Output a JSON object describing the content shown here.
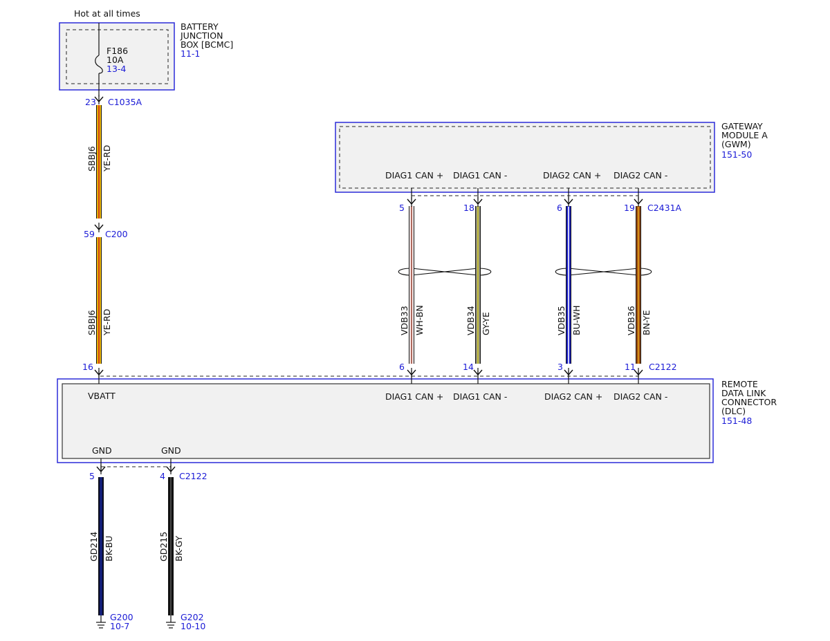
{
  "header_note": "Hot at all times",
  "colors": {
    "link_blue": "#1a1ad6",
    "box_outline": "#2b2bd9",
    "box_fill": "#f1f1f1",
    "YE-RD": [
      "#e9b200",
      "#cf2a1e"
    ],
    "WH-BN": [
      "#f6eaea",
      "#9c4a3a"
    ],
    "GY-YE": [
      "#8f8f7a",
      "#d6cc2a"
    ],
    "BU-WH": [
      "#1b1fc4",
      "#ffffff"
    ],
    "BN-YE": [
      "#9a4a14",
      "#e3a21a"
    ],
    "BK-BU": [
      "#0c1240",
      "#1a2aa8"
    ],
    "BK-GY": [
      "#111111",
      "#555555"
    ]
  },
  "battery_junction_box": {
    "title_lines": [
      "BATTERY",
      "JUNCTION",
      "BOX [BCMC]"
    ],
    "ref": "11-1",
    "fuse_name": "F186",
    "fuse_rating": "10A",
    "fuse_ref": "13-4"
  },
  "gateway_module": {
    "title_lines": [
      "GATEWAY",
      "MODULE A",
      "(GWM)"
    ],
    "ref": "151-50",
    "pins": [
      "DIAG1 CAN +",
      "DIAG1 CAN -",
      "DIAG2 CAN +",
      "DIAG2 CAN -"
    ]
  },
  "dlc": {
    "title_lines": [
      "REMOTE",
      "DATA LINK",
      "CONNECTOR",
      "(DLC)"
    ],
    "ref": "151-48",
    "vbatt_label": "VBATT",
    "pins": [
      "DIAG1 CAN +",
      "DIAG1 CAN -",
      "DIAG2 CAN +",
      "DIAG2 CAN -"
    ],
    "gnd_labels": [
      "GND",
      "GND"
    ]
  },
  "connectors": {
    "bjb_out": {
      "pin": "23",
      "name": "C1035A"
    },
    "inline": {
      "pin": "59",
      "name": "C200"
    },
    "dlc_vbatt_pin": "16",
    "gwm": {
      "pins": [
        "5",
        "18",
        "6",
        "19"
      ],
      "name": "C2431A"
    },
    "dlc_can": {
      "pins": [
        "6",
        "14",
        "3",
        "11"
      ],
      "name": "C2122"
    },
    "dlc_gnd": {
      "pins": [
        "5",
        "4"
      ],
      "name": "C2122"
    }
  },
  "wires": {
    "power_upper": {
      "circuit": "SBBJ6",
      "color": "YE-RD"
    },
    "power_lower": {
      "circuit": "SBBJ6",
      "color": "YE-RD"
    },
    "can": [
      {
        "circuit": "VDB33",
        "color": "WH-BN"
      },
      {
        "circuit": "VDB34",
        "color": "GY-YE"
      },
      {
        "circuit": "VDB35",
        "color": "BU-WH"
      },
      {
        "circuit": "VDB36",
        "color": "BN-YE"
      }
    ],
    "ground": [
      {
        "circuit": "GD214",
        "color": "BK-BU"
      },
      {
        "circuit": "GD215",
        "color": "BK-GY"
      }
    ]
  },
  "grounds": [
    {
      "name": "G200",
      "ref": "10-7"
    },
    {
      "name": "G202",
      "ref": "10-10"
    }
  ]
}
